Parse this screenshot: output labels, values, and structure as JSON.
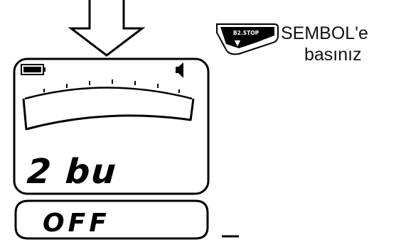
{
  "key_icon": {
    "label": "B2.STOP",
    "arrow": "▼"
  },
  "instruction": {
    "line1": "SEMBOL'e",
    "line2": "basınız"
  },
  "display": {
    "main_text": "2 bu",
    "sub_text": "OFF",
    "icons": [
      "battery-icon",
      "speaker-icon"
    ]
  },
  "colors": {
    "ink": "#000000",
    "background": "#ffffff"
  }
}
